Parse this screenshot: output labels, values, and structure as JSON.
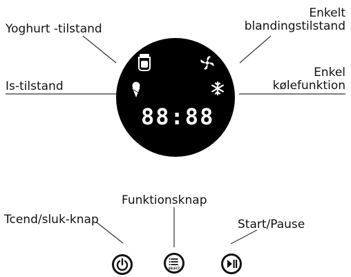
{
  "labels": {
    "yoghurt": "Yoghurt -tilstand",
    "blend_line1": "Enkelt",
    "blend_line2": "blandingstilstand",
    "ice": "Is-tilstand",
    "cool_line1": "Enkel",
    "cool_line2": "kølefunktion",
    "function_button": "Funktionsknap",
    "power_button": "Tcend/sluk-knap",
    "start_pause": "Start/Pause"
  },
  "display": {
    "readout": "88:88",
    "select_text": "SELECT"
  },
  "colors": {
    "panel": "#000000",
    "icon": "#ffffff",
    "line": "#333333"
  },
  "icons": [
    "yoghurt-icon",
    "blend-icon",
    "ice-cream-icon",
    "snowflake-icon",
    "power-icon",
    "menu-select-icon",
    "play-pause-icon"
  ]
}
